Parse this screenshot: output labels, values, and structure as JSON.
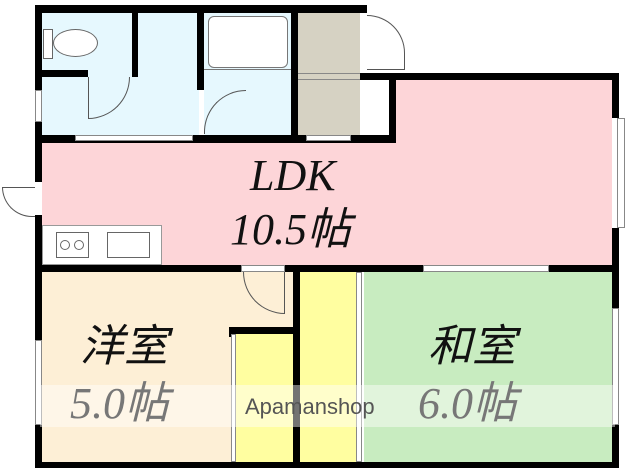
{
  "floorplan": {
    "rooms": {
      "ldk": {
        "name": "LDK",
        "size": "10.5帖",
        "color": "#fdd5d8"
      },
      "western": {
        "name": "洋室",
        "size": "5.0帖",
        "color": "#fdefd6"
      },
      "japanese": {
        "name": "和室",
        "size": "6.0帖",
        "color": "#c8ecc0"
      },
      "toilet": {
        "color": "#e6f8fe"
      },
      "washroom": {
        "color": "#e6f8fe"
      },
      "bath": {
        "color": "#e6f8fe"
      },
      "storage": {
        "color": "#d6d2c3"
      },
      "closet": {
        "color": "#fffea0"
      }
    },
    "watermark": "Apamanshop",
    "colors": {
      "wall": "#000000",
      "background": "#ffffff"
    }
  }
}
